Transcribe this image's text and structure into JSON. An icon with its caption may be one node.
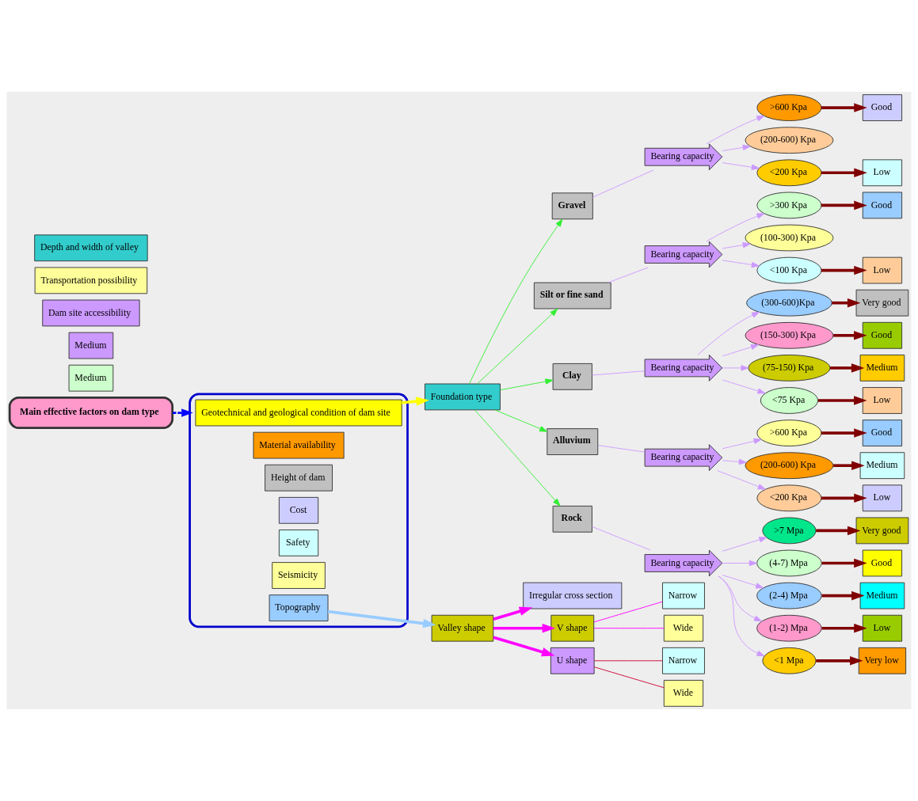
{
  "diagram": {
    "nodes": [
      {
        "text": [
          "Main effective factors on dam type"
        ]
      },
      {
        "text": [],
        "shape": "box"
      },
      {
        "text": [
          "Geotechnical and geological condition of dam site"
        ],
        "in": 1
      },
      {
        "text": [
          "Material availability"
        ],
        "in": 1
      },
      {
        "text": [
          "Height of dam"
        ],
        "in": 1
      },
      {
        "text": [
          "Cost"
        ],
        "in": 1
      },
      {
        "text": [
          "Safety"
        ],
        "in": 1
      },
      {
        "text": [
          "Seismicity"
        ],
        "in": 1
      },
      {
        "text": [
          "Topography"
        ],
        "in": 1
      },
      {
        "text": [
          "Foundation type"
        ]
      },
      {
        "text": [
          "Gravel"
        ]
      },
      {
        "text": [
          "Bearing capacity"
        ]
      },
      {
        "text": [
          ">600 Kpa"
        ]
      },
      {
        "text": [
          "(200-600) Kpa"
        ]
      },
      {
        "text": [
          "<200 Kpa"
        ]
      },
      {
        "text": [
          "Good"
        ]
      },
      {
        "text": [
          "Medium"
        ]
      },
      {
        "text": [
          "Low"
        ]
      },
      {
        "text": [
          "Silt or fine sand"
        ]
      },
      {
        "text": [
          "Bearing capacity"
        ]
      },
      {
        "text": [
          ">300 Kpa"
        ]
      },
      {
        "text": [
          "(100-300) Kpa"
        ]
      },
      {
        "text": [
          "<100 Kpa"
        ]
      },
      {
        "text": [
          "Good"
        ]
      },
      {
        "text": [
          "Medium"
        ]
      },
      {
        "text": [
          "Low"
        ]
      },
      {
        "text": [
          "Clay"
        ]
      },
      {
        "text": [
          "Bearing capacity"
        ]
      },
      {
        "text": [
          "(300-600)Kpa"
        ]
      },
      {
        "text": [
          "(150-300) Kpa"
        ]
      },
      {
        "text": [
          "(75-150) Kpa"
        ]
      },
      {
        "text": [
          "<75 Kpa"
        ]
      },
      {
        "text": [
          "Very good"
        ]
      },
      {
        "text": [
          "Good"
        ]
      },
      {
        "text": [
          "Medium"
        ]
      },
      {
        "text": [
          "Low"
        ]
      },
      {
        "text": [
          "Alluvium"
        ]
      },
      {
        "text": [
          "Bearing capacity"
        ]
      },
      {
        "text": [
          ">600 Kpa"
        ]
      },
      {
        "text": [
          "(200-600) Kpa"
        ]
      },
      {
        "text": [
          "<200 Kpa"
        ]
      },
      {
        "text": [
          "Good"
        ]
      },
      {
        "text": [
          "Medium"
        ]
      },
      {
        "text": [
          "Low"
        ]
      },
      {
        "text": [
          "Rock"
        ]
      },
      {
        "text": [
          "Bearing capacity"
        ]
      },
      {
        "text": [
          ">7 Mpa"
        ]
      },
      {
        "text": [
          "(4-7) Mpa"
        ]
      },
      {
        "text": [
          "(2-4) Mpa"
        ]
      },
      {
        "text": [
          "(1-2) Mpa"
        ]
      },
      {
        "text": [
          "<1 Mpa"
        ]
      },
      {
        "text": [
          "Very good"
        ]
      },
      {
        "text": [
          "Good"
        ]
      },
      {
        "text": [
          "Medium"
        ]
      },
      {
        "text": [
          "Low"
        ]
      },
      {
        "text": [
          "Very low"
        ]
      },
      {
        "text": [
          "Valley shape"
        ]
      },
      {
        "text": [
          "Dam site accessibility"
        ]
      },
      {
        "text": [
          "Transportation possibility"
        ]
      },
      {
        "text": [
          "Depth and width of valley"
        ]
      },
      {
        "text": [
          "Irregular cross section"
        ]
      },
      {
        "text": [
          "V shape"
        ]
      },
      {
        "text": [
          "U shape"
        ]
      },
      {
        "text": [
          "Narrow"
        ]
      },
      {
        "text": [
          "Wide"
        ]
      },
      {
        "text": [
          "Narrow"
        ]
      },
      {
        "text": [
          "Wide"
        ]
      }
    ],
    "edges": [
      {
        "from": 0,
        "to": 1,
        "arrow": "to",
        "style": "dashed",
        "color": "#0000ff"
      },
      {
        "from": 2,
        "to": 9,
        "arrow": "to",
        "style": "thick",
        "color": "#ffff00"
      },
      {
        "from": 9,
        "to": 10,
        "arrow": "to",
        "color": "#33ee33"
      },
      {
        "from": 9,
        "to": 18,
        "arrow": "to",
        "color": "#33ee33"
      },
      {
        "from": 9,
        "to": 26,
        "arrow": "to",
        "color": "#33ee33"
      },
      {
        "from": 9,
        "to": 36,
        "arrow": "to",
        "color": "#33ee33"
      },
      {
        "from": 9,
        "to": 44,
        "arrow": "to",
        "color": "#33ee33"
      },
      {
        "from": 10,
        "to": 11,
        "arrow": "none",
        "color": "#cc99ff"
      },
      {
        "from": 11,
        "to": 12,
        "arrow": "to",
        "color": "#cc99ff"
      },
      {
        "from": 11,
        "to": 13,
        "arrow": "to",
        "color": "#cc99ff"
      },
      {
        "from": 11,
        "to": 14,
        "arrow": "to",
        "color": "#cc99ff"
      },
      {
        "from": 12,
        "to": 15,
        "arrow": "to",
        "style": "thick",
        "color": "#800000"
      },
      {
        "from": 14,
        "to": 17,
        "arrow": "to",
        "style": "thick",
        "color": "#800000"
      },
      {
        "from": 18,
        "to": 19,
        "arrow": "none",
        "color": "#cc99ff"
      },
      {
        "from": 19,
        "to": 20,
        "arrow": "to",
        "color": "#cc99ff"
      },
      {
        "from": 19,
        "to": 21,
        "arrow": "to",
        "color": "#cc99ff"
      },
      {
        "from": 19,
        "to": 22,
        "arrow": "to",
        "color": "#cc99ff"
      },
      {
        "from": 20,
        "to": 23,
        "arrow": "to",
        "style": "thick",
        "color": "#800000"
      },
      {
        "from": 22,
        "to": 25,
        "arrow": "to",
        "style": "thick",
        "color": "#800000"
      },
      {
        "from": 26,
        "to": 27,
        "arrow": "none",
        "color": "#cc99ff"
      },
      {
        "from": 27,
        "to": 28,
        "arrow": "to",
        "color": "#cc99ff"
      },
      {
        "from": 27,
        "to": 29,
        "arrow": "to",
        "color": "#cc99ff"
      },
      {
        "from": 27,
        "to": 30,
        "arrow": "to",
        "color": "#cc99ff"
      },
      {
        "from": 27,
        "to": 31,
        "arrow": "to",
        "color": "#cc99ff"
      },
      {
        "from": 28,
        "to": 32,
        "arrow": "to",
        "style": "thick",
        "color": "#800000"
      },
      {
        "from": 29,
        "to": 33,
        "arrow": "to",
        "style": "thick",
        "color": "#800000"
      },
      {
        "from": 30,
        "to": 34,
        "arrow": "to",
        "style": "thick",
        "color": "#800000"
      },
      {
        "from": 31,
        "to": 35,
        "arrow": "to",
        "style": "thick",
        "color": "#800000"
      },
      {
        "from": 36,
        "to": 37,
        "arrow": "none",
        "color": "#cc99ff"
      },
      {
        "from": 37,
        "to": 38,
        "arrow": "to",
        "color": "#cc99ff"
      },
      {
        "from": 37,
        "to": 39,
        "arrow": "to",
        "color": "#cc99ff"
      },
      {
        "from": 37,
        "to": 40,
        "arrow": "to",
        "color": "#cc99ff"
      },
      {
        "from": 38,
        "to": 41,
        "arrow": "to",
        "style": "thick",
        "color": "#800000"
      },
      {
        "from": 39,
        "to": 42,
        "arrow": "to",
        "style": "thick",
        "color": "#800000"
      },
      {
        "from": 40,
        "to": 43,
        "arrow": "to",
        "style": "thick",
        "color": "#800000"
      },
      {
        "from": 44,
        "to": 45,
        "arrow": "none",
        "color": "#cc99ff"
      },
      {
        "from": 45,
        "to": 46,
        "arrow": "to",
        "color": "#cc99ff"
      },
      {
        "from": 45,
        "to": 47,
        "arrow": "to",
        "color": "#cc99ff"
      },
      {
        "from": 45,
        "to": 48,
        "arrow": "to",
        "color": "#cc99ff"
      },
      {
        "from": 45,
        "to": 49,
        "arrow": "to",
        "color": "#cc99ff"
      },
      {
        "from": 45,
        "to": 50,
        "arrow": "to",
        "color": "#cc99ff"
      },
      {
        "from": 46,
        "to": 51,
        "arrow": "to",
        "style": "thick",
        "color": "#800000"
      },
      {
        "from": 47,
        "to": 52,
        "arrow": "to",
        "style": "thick",
        "color": "#800000"
      },
      {
        "from": 48,
        "to": 53,
        "arrow": "to",
        "style": "thick",
        "color": "#800000"
      },
      {
        "from": 49,
        "to": 54,
        "arrow": "to",
        "style": "thick",
        "color": "#800000"
      },
      {
        "from": 50,
        "to": 55,
        "arrow": "to",
        "style": "thick",
        "color": "#800000"
      },
      {
        "from": 8,
        "to": 56,
        "arrow": "to",
        "style": "thick",
        "color": "#99ccff"
      },
      {
        "from": 56,
        "to": 60,
        "arrow": "to",
        "style": "thick",
        "color": "#ff00ff"
      },
      {
        "from": 56,
        "to": 61,
        "arrow": "to",
        "style": "thick",
        "color": "#ff00ff"
      },
      {
        "from": 56,
        "to": 62,
        "arrow": "to",
        "style": "thick",
        "color": "#ff00ff"
      },
      {
        "from": 61,
        "to": 63,
        "arrow": "none",
        "color": "#ff00ff"
      },
      {
        "from": 61,
        "to": 64,
        "arrow": "none",
        "color": "#ff00ff"
      },
      {
        "from": 62,
        "to": 65,
        "arrow": "none",
        "color": "#cc0033"
      },
      {
        "from": 62,
        "to": 66,
        "arrow": "none",
        "color": "#cc0033"
      }
    ]
  }
}
